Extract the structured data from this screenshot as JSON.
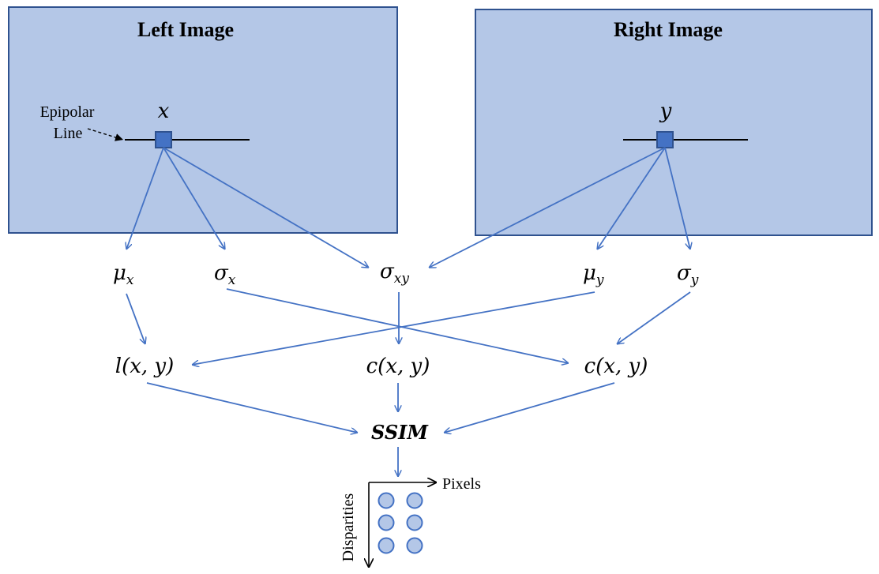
{
  "left_panel": {
    "title": "Left Image",
    "point": "x",
    "epipolar_label_line1": "Epipolar",
    "epipolar_label_line2": "Line"
  },
  "right_panel": {
    "title": "Right Image",
    "point": "y"
  },
  "stats": {
    "mu_x": {
      "base": "μ",
      "sub": "x"
    },
    "sigma_x": {
      "base": "σ",
      "sub": "x"
    },
    "sigma_xy": {
      "base": "σ",
      "sub": "xy"
    },
    "mu_y": {
      "base": "μ",
      "sub": "y"
    },
    "sigma_y": {
      "base": "σ",
      "sub": "y"
    }
  },
  "terms": {
    "luminance": "l(x, y)",
    "contrast": "c(x, y)",
    "structure": "c(x, y)"
  },
  "ssim": "SSIM",
  "output": {
    "x_axis": "Pixels",
    "y_axis": "Disparities"
  },
  "colors": {
    "panel_fill": "#b4c7e7",
    "panel_stroke": "#2f528f",
    "arrow": "#4472c4",
    "point_fill": "#4472c4"
  }
}
